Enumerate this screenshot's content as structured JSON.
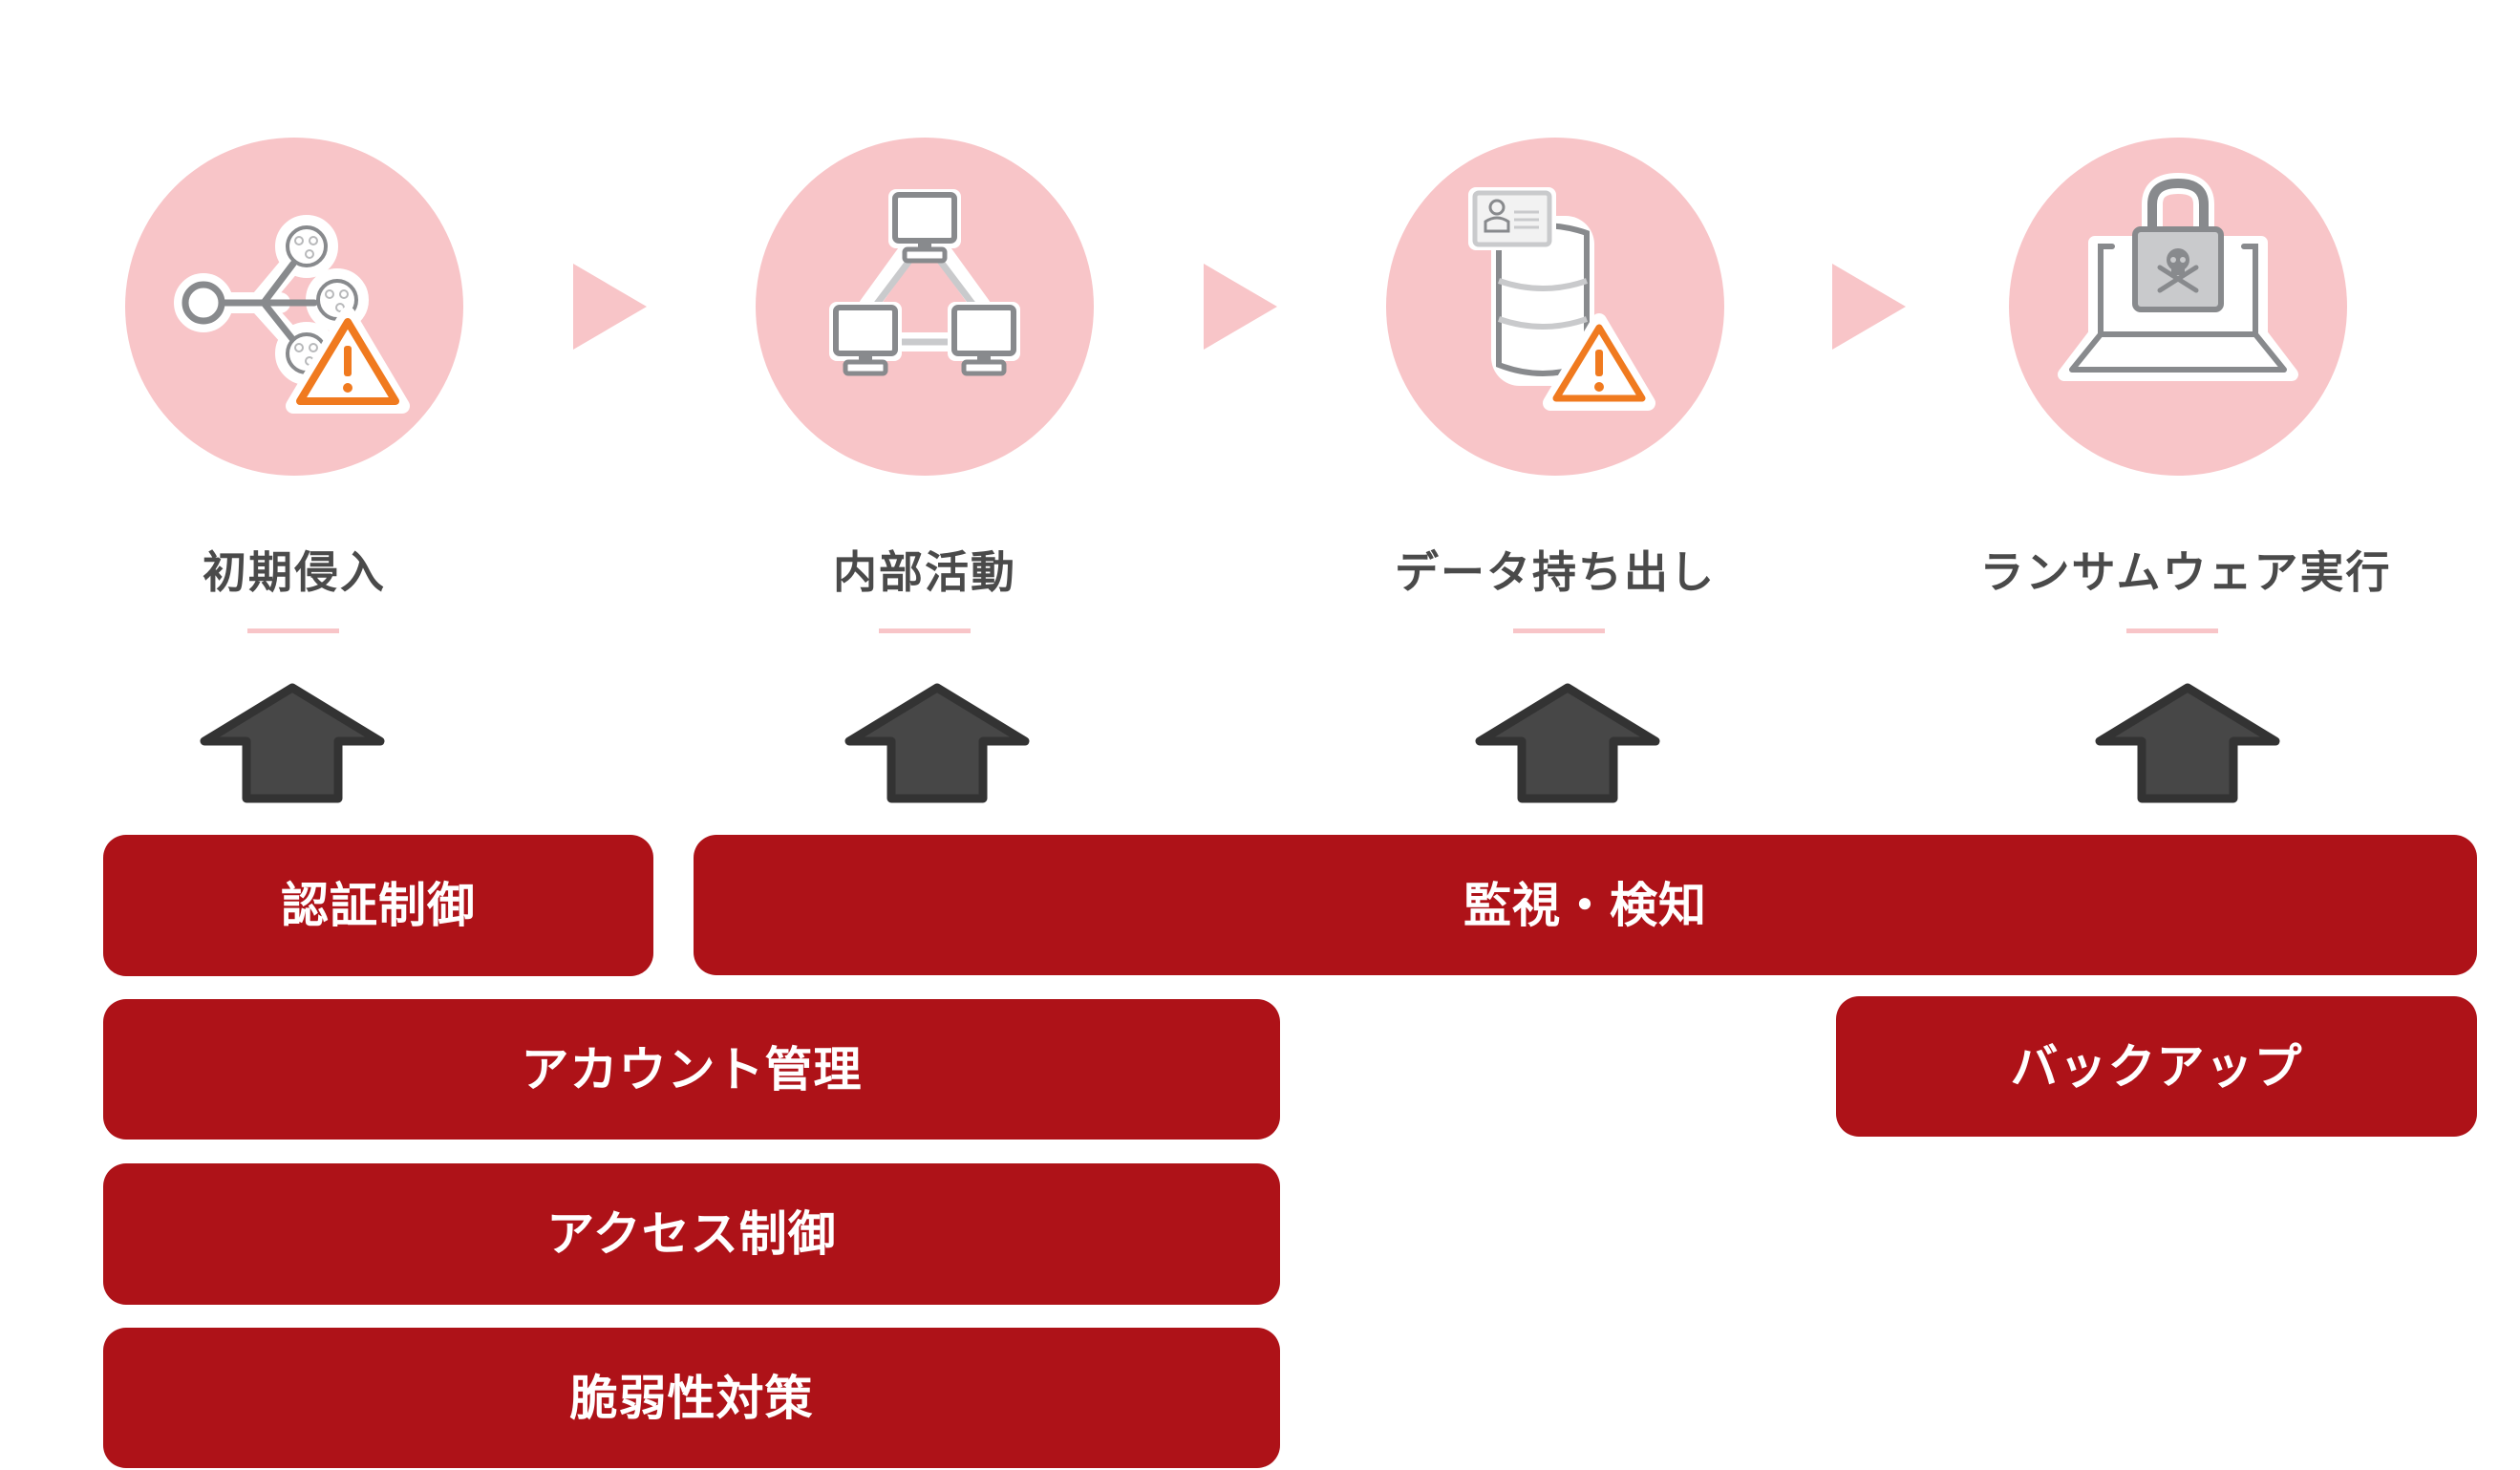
{
  "stages": [
    {
      "title": "初期侵入",
      "icon": "network-intrusion-warning-icon"
    },
    {
      "title": "内部活動",
      "icon": "network-computers-icon"
    },
    {
      "title": "データ持ち出し",
      "icon": "database-id-card-warning-icon"
    },
    {
      "title": "ランサムウェア実行",
      "icon": "laptop-lock-skull-icon"
    }
  ],
  "measures": {
    "auth": "認証制御",
    "monitoring": "監視・検知",
    "account": "アカウント管理",
    "backup": "バックアップ",
    "access": "アクセス制御",
    "vuln": "脆弱性対策"
  },
  "colors": {
    "circle": "#f8c5c8",
    "measure_bar": "#ae1218",
    "arrow": "#444444",
    "title_text": "#4a4a4a",
    "warning": "#f07a1f"
  }
}
